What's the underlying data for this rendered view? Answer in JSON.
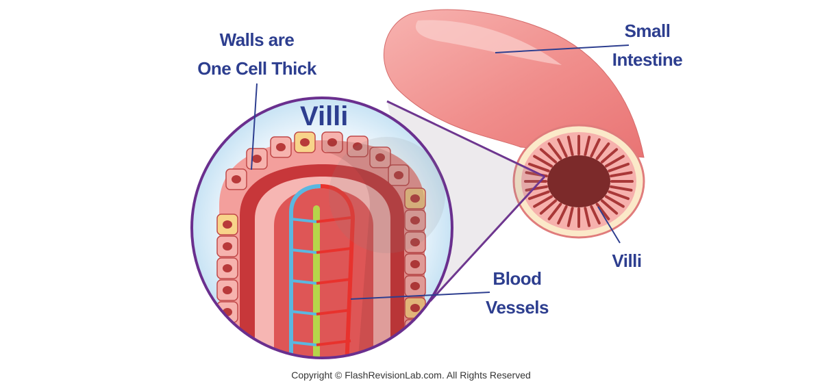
{
  "labels": {
    "walls_line1": "Walls are",
    "walls_line2": "One Cell Thick",
    "villi_title": "Villi",
    "small_line1": "Small",
    "small_line2": "Intestine",
    "villi_small": "Villi",
    "blood_line1": "Blood",
    "blood_line2": "Vessels"
  },
  "copyright": "Copyright © FlashRevisionLab.com. All Rights Reserved",
  "colors": {
    "label_text": "#2d3e8f",
    "magnifier_ring": "#6a2f8e",
    "intestine": "#f28d8d",
    "intestine_lumen": "#7c2a2a",
    "cell_wall": "#f4a4a0",
    "goblet_cell": "#f8d48a",
    "artery": "#e8322d",
    "vein": "#5bb7e0",
    "lacteal": "#b6d54a"
  }
}
